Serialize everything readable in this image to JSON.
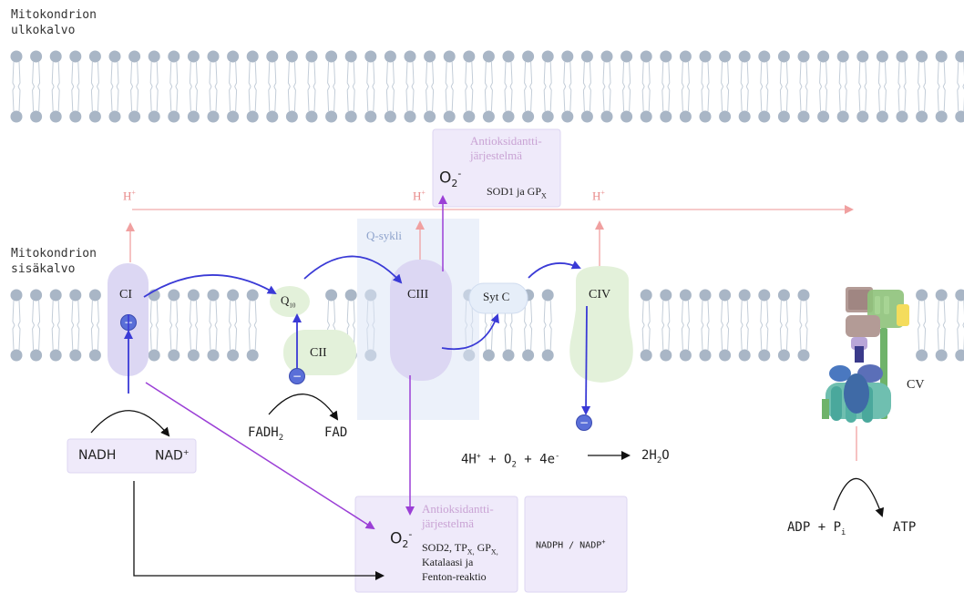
{
  "membranes": {
    "outer_label_1": "Mitokondrion",
    "outer_label_2": "ulkokalvo",
    "inner_label_1": "Mitokondrion",
    "inner_label_2": "sisäkalvo"
  },
  "protons": {
    "h1": "H",
    "h2": "H",
    "h3": "H",
    "plus": "+"
  },
  "complexes": {
    "ci": "CI",
    "cii": "CII",
    "ciii": "CIII",
    "civ": "CIV",
    "cv": "CV",
    "q10_main": "Q",
    "q10_sub": "10",
    "sytc": "Syt C",
    "qcycle": "Q-sykli"
  },
  "substrates": {
    "nadh": "NADH",
    "nad": "NAD",
    "nad_sup": "+",
    "fadh": "FADH",
    "fadh_sub": "2",
    "fad": "FAD"
  },
  "reaction": {
    "h4": "4H",
    "h4_sup": "+",
    "plus1": "+",
    "o2": "O",
    "o2_sub": "2",
    "plus2": "+",
    "e4": "4e",
    "e4_sup": "-",
    "product": "2H",
    "product_sub": "2",
    "product_end": "O"
  },
  "atp": {
    "adp": "ADP",
    "plus": "+",
    "p": "P",
    "p_sub": "i",
    "atp": "ATP"
  },
  "antioxidant_top": {
    "title_1": "Antioksidantti-",
    "title_2": "järjestelmä",
    "radical": "O",
    "radical_sub": "2",
    "radical_sup": "-",
    "enzymes": "SOD1 ja GP",
    "enzymes_sub": "X"
  },
  "antioxidant_bottom": {
    "title_1": "Antioksidantti-",
    "title_2": "järjestelmä",
    "radical": "O",
    "radical_sub": "2",
    "radical_sup": "-",
    "line1_a": "SOD2, TP",
    "line1_sub1": "X,",
    "line1_b": " GP",
    "line1_sub2": "X,",
    "line2": "Katalaasi ja",
    "line3": "Fenton-reaktio",
    "cofactor": "NADPH / NADP",
    "cofactor_sup": "+"
  },
  "electron_symbol": "−",
  "colors": {
    "membrane_head": "#a9b6c6",
    "complex_purple": "#dcd7f3",
    "complex_green": "#e3f1da",
    "arrow_blue": "#3a3ad6",
    "arrow_purple": "#9b3fd6",
    "arrow_pink": "#f0a0a0",
    "box_lilac": "#efeafa"
  }
}
